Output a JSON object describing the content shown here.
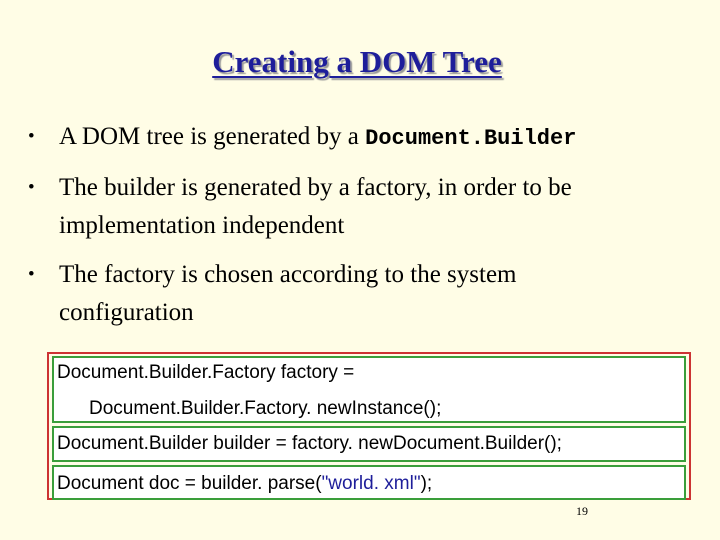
{
  "slide": {
    "title": "Creating a DOM Tree",
    "bullets": [
      {
        "marker": "•",
        "text": "A DOM tree is generated by a ",
        "code": "Document.Builder"
      },
      {
        "marker": "•",
        "text": "The builder is generated by a factory, in order to be",
        "text2": "implementation independent"
      },
      {
        "marker": "•",
        "text": "The factory is chosen according to the system",
        "text2": "configuration"
      }
    ],
    "code": {
      "line1": "Document.Builder.Factory factory =",
      "line2": "Document.Builder.Factory. newInstance();",
      "line3": "Document.Builder builder = factory. newDocument.Builder();",
      "line4_pre": "Document doc = builder. parse(",
      "line4_string": "\"world. xml\"",
      "line4_post": ");"
    },
    "page_number": "19"
  },
  "colors": {
    "background": "#fffde6",
    "title": "#1e1e9a",
    "outer_border": "#cc3333",
    "row_border": "#3a9e3a",
    "string": "#1e1e9a"
  }
}
